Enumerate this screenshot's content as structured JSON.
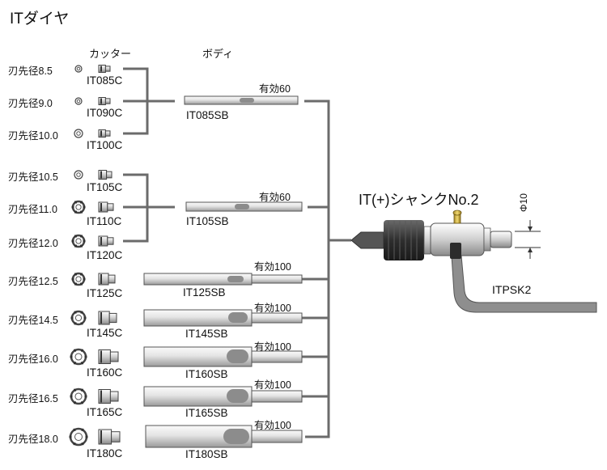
{
  "title": "ITダイヤ",
  "headers": {
    "cutter": "カッター",
    "body": "ボディ"
  },
  "cutter_rows": [
    {
      "diameter_label": "刃先径8.5",
      "cutter_code": "IT085C"
    },
    {
      "diameter_label": "刃先径9.0",
      "cutter_code": "IT090C"
    },
    {
      "diameter_label": "刃先径10.0",
      "cutter_code": "IT100C"
    },
    {
      "diameter_label": "刃先径10.5",
      "cutter_code": "IT105C"
    },
    {
      "diameter_label": "刃先径11.0",
      "cutter_code": "IT110C"
    },
    {
      "diameter_label": "刃先径12.0",
      "cutter_code": "IT120C"
    },
    {
      "diameter_label": "刃先径12.5",
      "cutter_code": "IT125C"
    },
    {
      "diameter_label": "刃先径14.5",
      "cutter_code": "IT145C"
    },
    {
      "diameter_label": "刃先径16.0",
      "cutter_code": "IT160C"
    },
    {
      "diameter_label": "刃先径16.5",
      "cutter_code": "IT165C"
    },
    {
      "diameter_label": "刃先径18.0",
      "cutter_code": "IT180C"
    }
  ],
  "bodies": [
    {
      "code": "IT085SB",
      "effective": "有効60"
    },
    {
      "code": "IT105SB",
      "effective": "有効60"
    },
    {
      "code": "IT125SB",
      "effective": "有効100"
    },
    {
      "code": "IT145SB",
      "effective": "有効100"
    },
    {
      "code": "IT160SB",
      "effective": "有効100"
    },
    {
      "code": "IT165SB",
      "effective": "有効100"
    },
    {
      "code": "IT180SB",
      "effective": "有効100"
    }
  ],
  "shank": {
    "title": "IT(+)シャンクNo.2",
    "diameter": "Φ10",
    "wrench": "ITPSK2"
  },
  "colors": {
    "line": "#6b6b6b",
    "metal_light": "#eeeeee",
    "metal_dark": "#8a8a8a",
    "oval": "#8c8c8c",
    "chuck": "#3a3a3a"
  }
}
